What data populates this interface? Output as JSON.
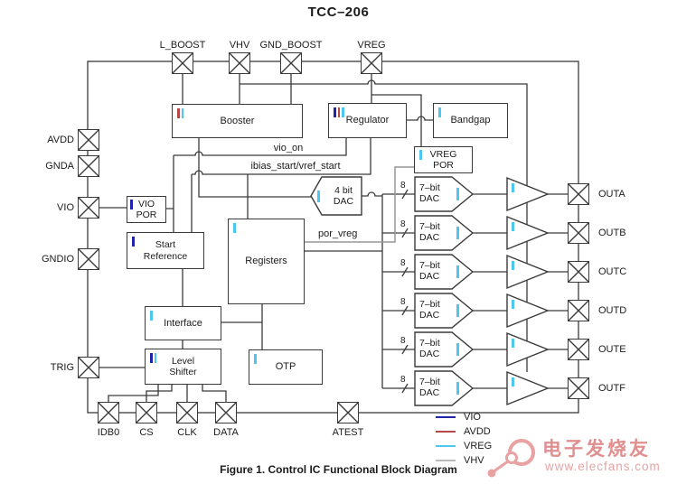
{
  "title": "TCC–206",
  "caption": "Figure 1. Control IC Functional Block Diagram",
  "pins": {
    "top": [
      {
        "label": "L_BOOST"
      },
      {
        "label": "VHV"
      },
      {
        "label": "GND_BOOST"
      },
      {
        "label": "VREG"
      }
    ],
    "left": [
      {
        "label": "AVDD"
      },
      {
        "label": "GNDA"
      },
      {
        "label": "VIO"
      },
      {
        "label": "GNDIO"
      },
      {
        "label": "TRIG"
      }
    ],
    "bottom": [
      {
        "label": "IDB0"
      },
      {
        "label": "CS"
      },
      {
        "label": "CLK"
      },
      {
        "label": "DATA"
      },
      {
        "label": "ATEST"
      }
    ],
    "right": [
      {
        "label": "OUTA"
      },
      {
        "label": "OUTB"
      },
      {
        "label": "OUTC"
      },
      {
        "label": "OUTD"
      },
      {
        "label": "OUTE"
      },
      {
        "label": "OUTF"
      }
    ]
  },
  "blocks": {
    "booster": {
      "label": "Booster",
      "supplies": [
        "AVDD",
        "VREG"
      ]
    },
    "regulator": {
      "label": "Regulator",
      "supplies": [
        "VIO",
        "AVDD",
        "VREG"
      ]
    },
    "bandgap": {
      "label": "Bandgap",
      "supplies": [
        "VREG"
      ]
    },
    "vreg_por": {
      "line1": "VREG",
      "line2": "POR",
      "supplies": [
        "VREG"
      ]
    },
    "vio_por": {
      "line1": "VIO",
      "line2": "POR",
      "supplies": [
        "VIO"
      ]
    },
    "start_reference": {
      "line1": "Start",
      "line2": "Reference",
      "supplies": [
        "VIO"
      ]
    },
    "registers": {
      "label": "Registers",
      "supplies": [
        "VREG"
      ]
    },
    "interface": {
      "label": "Interface",
      "supplies": [
        "VREG"
      ]
    },
    "level_shifter": {
      "line1": "Level",
      "line2": "Shifter",
      "supplies": [
        "VIO",
        "VREG"
      ]
    },
    "otp": {
      "label": "OTP",
      "supplies": [
        "VREG"
      ]
    }
  },
  "dacs": {
    "four_bit": {
      "line1": "4 bit",
      "line2": "DAC"
    },
    "seven_bit": {
      "line1": "7–bit",
      "line2": "DAC"
    },
    "seven_bit_count": 6,
    "bus_width": "8"
  },
  "signals": {
    "vio_on": "vio_on",
    "ibias": "ibias_start/vref_start",
    "por_vreg": "por_vreg"
  },
  "legend": [
    {
      "label": "VIO",
      "color": "#2222aa"
    },
    {
      "label": "AVDD",
      "color": "#b54848"
    },
    {
      "label": "VREG",
      "color": "#4fc6ef"
    },
    {
      "label": "VHV",
      "color": "#b9b9b9"
    }
  ],
  "watermark": {
    "brand": "电子发烧友",
    "site": "www.elecfans.com"
  }
}
